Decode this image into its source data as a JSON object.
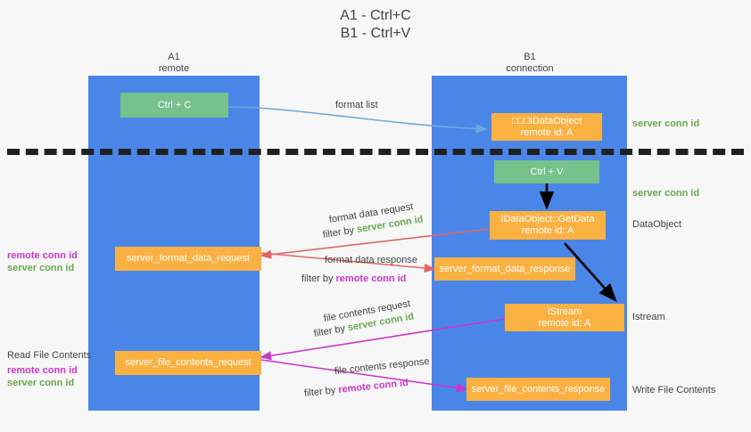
{
  "title": {
    "line1": "A1 - Ctrl+C",
    "line2": "B1 - Ctrl+V"
  },
  "lanes": [
    {
      "id": "a1",
      "name": "A1",
      "role": "remote"
    },
    {
      "id": "b1",
      "name": "B1",
      "role": "connection"
    }
  ],
  "boxes": {
    "ctrl_c": {
      "label": "Ctrl + C",
      "color": "#76c18c"
    },
    "ctrl_v": {
      "label": "Ctrl + V",
      "color": "#76c18c"
    },
    "idataobject_create": {
      "line1": "□□□IDataObject",
      "line2": "remote id: A",
      "color": "#fbb142"
    },
    "idataobject_getdata": {
      "line1": "IDataObject::GetData",
      "line2": "remote id: A",
      "color": "#fbb142"
    },
    "istream": {
      "line1": "IStream",
      "line2": "remote id: A",
      "color": "#fbb142"
    },
    "server_format_data_request": {
      "label": "server_format_data_request",
      "color": "#fbb142"
    },
    "server_format_data_response": {
      "label": "server_format_data_response",
      "color": "#fbb142"
    },
    "server_file_contents_request": {
      "label": "server_file_contents_request",
      "color": "#fbb142"
    },
    "server_file_contents_response": {
      "label": "server_file_contents_response",
      "color": "#fbb142"
    }
  },
  "annotations": {
    "format_list": "format list",
    "format_data_request": "format data request",
    "format_data_response": "format data response",
    "file_contents_request": "file contents request",
    "file_contents_response": "file contents response",
    "filter_by": "filter by",
    "server_conn_id": "server conn id",
    "remote_conn_id": "remote conn id",
    "read_file_contents": "Read File Contents",
    "write_file_contents": "Write File Contents",
    "data_object": "DataObject",
    "istream_label": "Istream"
  },
  "colors": {
    "lane": "#4a86e8",
    "green_box": "#76c18c",
    "orange_box": "#fbb142",
    "server_conn_id": "#6aa84f",
    "remote_conn_id": "#c936c9",
    "arrow_blue": "#6fa8dc",
    "arrow_red": "#e06666",
    "arrow_magenta": "#c936c9",
    "arrow_black": "#000000",
    "background": "#f7f7f7"
  }
}
